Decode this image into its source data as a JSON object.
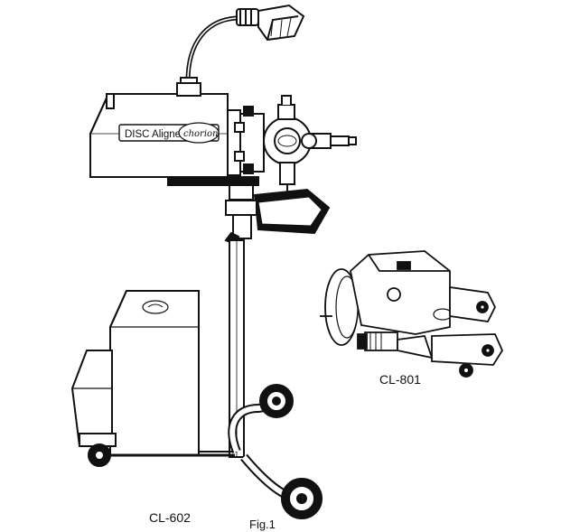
{
  "figure": {
    "caption": "Fig.1",
    "machine_label": "CL-602",
    "attachment_label": "CL-801",
    "housing_text": "DISC Aligner",
    "brand_logo": "chorion"
  }
}
